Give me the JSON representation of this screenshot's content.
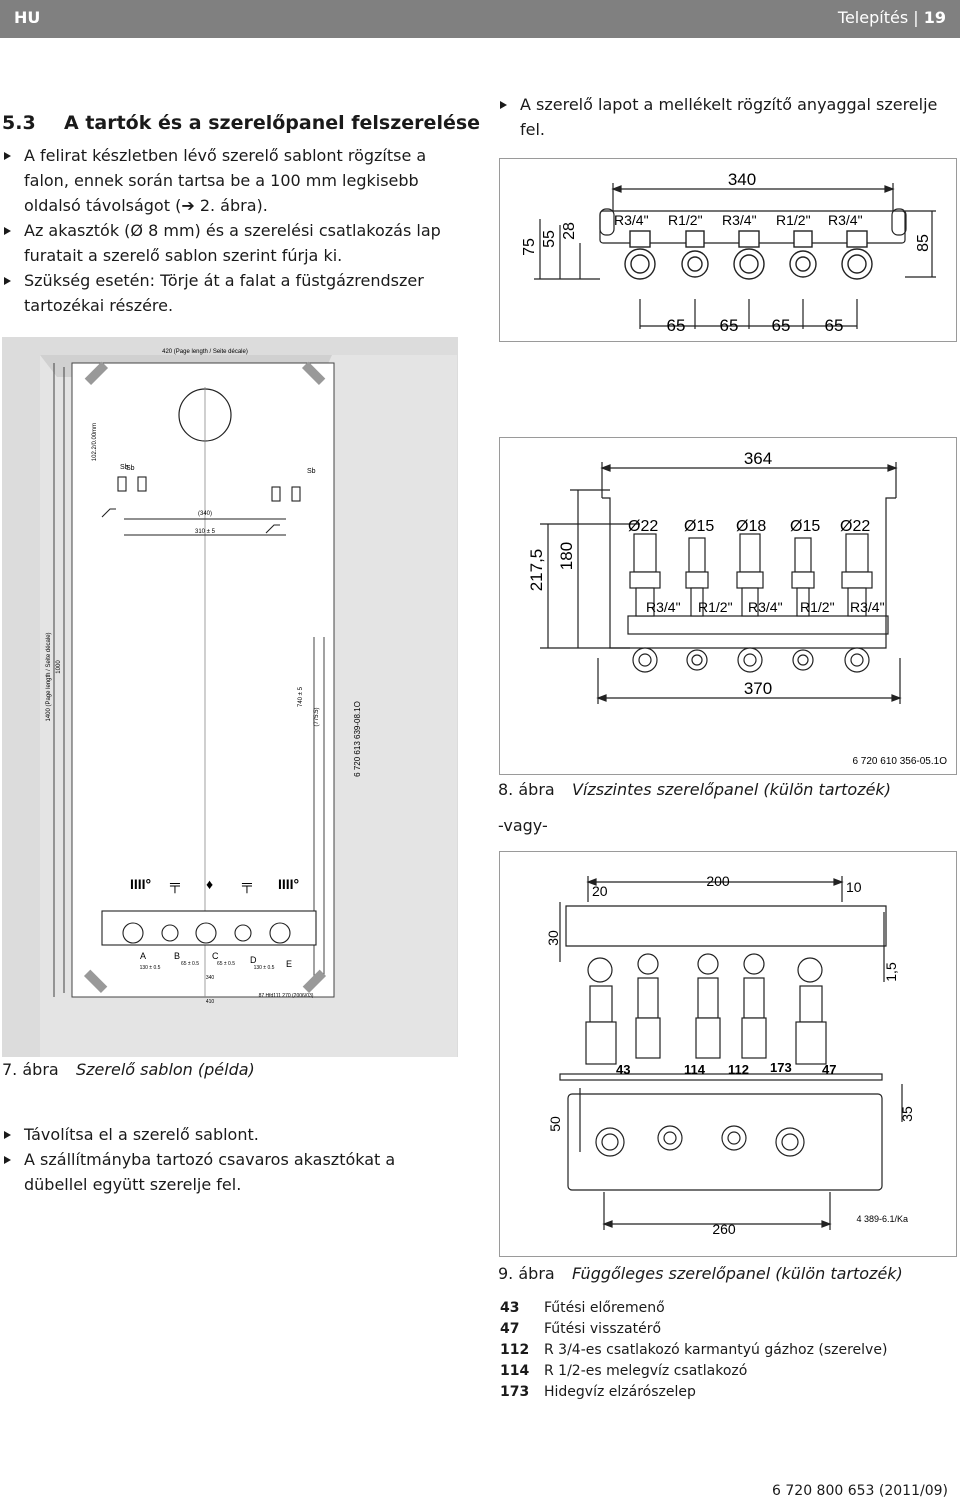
{
  "header": {
    "lang": "HU",
    "section": "Telepítés",
    "sep": "|",
    "page": "19"
  },
  "section": {
    "number": "5.3",
    "title": "A tartók és a szerelőpanel felszerelése"
  },
  "left_bullets": [
    "A felirat készletben lévő szerelő sablont rögzítse a falon, ennek során tartsa be a 100 mm legkisebb oldalsó távolságot (➔ 2. ábra).",
    "Az akasztók (Ø 8 mm) és a szerelési csatlakozás lap furatait a szerelő sablon szerint fúrja ki.",
    "Szükség esetén: Törje át a falat a füstgázrendszer tartozékai részére."
  ],
  "right_bullets": [
    "A szerelő lapot a mellékelt rögzítő anyaggal szerelje fel."
  ],
  "lower_bullets": [
    "Távolítsa el a szerelő sablont.",
    "A szállítmányba tartozó csavaros akasztókat a dübellel együtt szerelje fel."
  ],
  "fig7": {
    "number": "7. ábra",
    "title": "Szerelő sablon (példa)",
    "code": "6 720 613 639-08.1O",
    "top_label": "420 (Page length / Seite décale)",
    "hook_label_left": "Sb",
    "hook_label_right": "Sb",
    "dim_a": "(340)",
    "dim_b": "310 ± 5",
    "dim_side": "1400 (Page length / Seite décale)",
    "dim_1000": "1000",
    "dim_v1": "740 ± 5",
    "dim_v2": "(775.5)",
    "dim_v3": "102.2/0.00mm",
    "letters": [
      "A",
      "B",
      "C",
      "D",
      "E"
    ],
    "bottom_dims": [
      "130 ± 0.5",
      "65 ± 0.5",
      "65 ± 0.5",
      "130 ± 0.5"
    ],
    "bottom_340": "340",
    "bottom_code": "87 Hfd111 270 (2006/03)",
    "bottom_410": "410"
  },
  "fig8": {
    "number": "8. ábra",
    "title": "Vízszintes szerelőpanel (külön tartozék)",
    "code": "6 720 610 356-05.1O",
    "top": {
      "w": "340",
      "h_left": [
        "75",
        "55",
        "28"
      ],
      "h_right": "85",
      "threads": [
        "R3/4\"",
        "R1/2\"",
        "R3/4\"",
        "R1/2\"",
        "R3/4\""
      ],
      "spacings": [
        "65",
        "65",
        "65",
        "65"
      ]
    },
    "bottom": {
      "w_top": "364",
      "w_bottom": "370",
      "h1": "217,5",
      "h2": "180",
      "diameters": [
        "Ø22",
        "Ø15",
        "Ø18",
        "Ø15",
        "Ø22"
      ],
      "threads": [
        "R3/4\"",
        "R1/2\"",
        "R3/4\"",
        "R1/2\"",
        "R3/4\""
      ]
    }
  },
  "or_text": "-vagy-",
  "fig9": {
    "number": "9. ábra",
    "title": "Függőleges szerelőpanel (külön tartozék)",
    "code": "4 389-6.1/Ka",
    "dims": {
      "d200": "200",
      "d20": "20",
      "d10": "10",
      "d30": "30",
      "d15": "1,5",
      "d50": "50",
      "d35": "35",
      "d260": "260"
    },
    "items": [
      "43",
      "114",
      "112",
      "173",
      "47"
    ]
  },
  "legend": [
    {
      "key": "43",
      "text": "Fűtési előremenő"
    },
    {
      "key": "47",
      "text": "Fűtési visszatérő"
    },
    {
      "key": "112",
      "text": "R 3/4-es csatlakozó karmantyú gázhoz (szerelve)"
    },
    {
      "key": "114",
      "text": "R 1/2-es melegvíz csatlakozó"
    },
    {
      "key": "173",
      "text": "Hidegvíz elzárószelep"
    }
  ],
  "footer": "6 720 800 653 (2011/09)"
}
